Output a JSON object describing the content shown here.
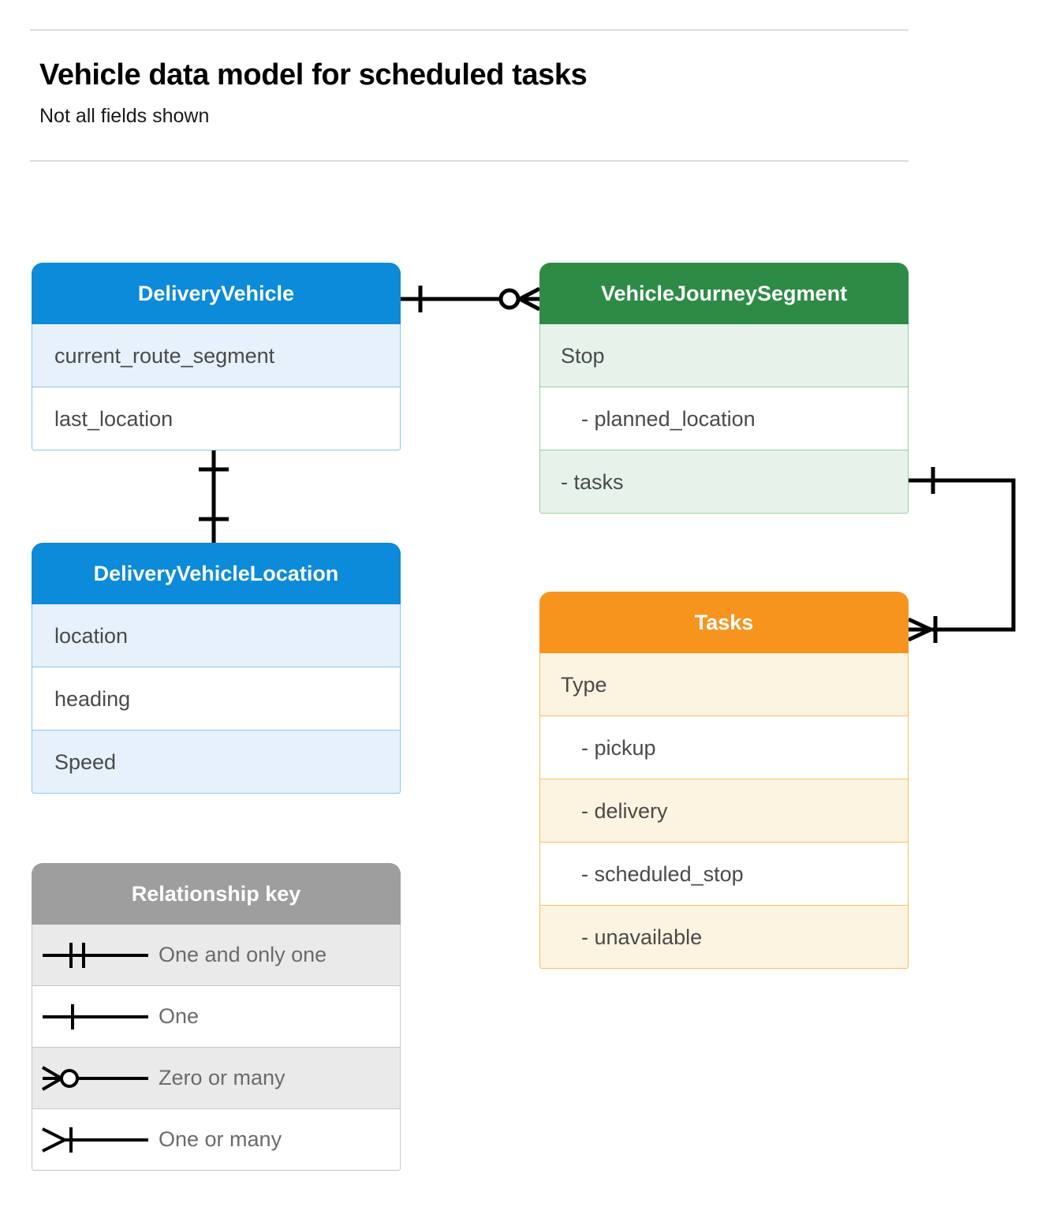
{
  "header": {
    "title": "Vehicle data model for scheduled tasks",
    "subtitle": "Not all fields shown"
  },
  "entities": [
    {
      "id": "delivery-vehicle",
      "name": "DeliveryVehicle",
      "color": "#0b8bd9",
      "rows": [
        "current_route_segment",
        "last_location"
      ]
    },
    {
      "id": "vehicle-journey-segment",
      "name": "VehicleJourneySegment",
      "color": "#2e8b46",
      "rows": [
        "Stop",
        "-  planned_location",
        "- tasks"
      ]
    },
    {
      "id": "delivery-vehicle-location",
      "name": "DeliveryVehicleLocation",
      "color": "#0b8bd9",
      "rows": [
        "location",
        "heading",
        "Speed"
      ]
    },
    {
      "id": "tasks",
      "name": "Tasks",
      "color": "#f7941e",
      "rows": [
        "Type",
        "-  pickup",
        "-  delivery",
        "-  scheduled_stop",
        "-  unavailable"
      ]
    }
  ],
  "legend": {
    "title": "Relationship key",
    "items": [
      {
        "symbol": "one-and-only-one",
        "label": "One and only one"
      },
      {
        "symbol": "one",
        "label": "One"
      },
      {
        "symbol": "zero-or-many",
        "label": "Zero or many"
      },
      {
        "symbol": "one-or-many",
        "label": "One or many"
      }
    ]
  },
  "relationships": [
    {
      "id": "vehicle-to-journey-segment",
      "from": "DeliveryVehicle",
      "to": "VehicleJourneySegment",
      "from_cardinality": "one",
      "to_cardinality": "zero-or-many"
    },
    {
      "id": "vehicle-to-vehicle-location",
      "from": "DeliveryVehicle",
      "to": "DeliveryVehicleLocation",
      "from_cardinality": "one",
      "to_cardinality": "one"
    },
    {
      "id": "journey-segment-tasks-to-tasks",
      "from": "VehicleJourneySegment.tasks",
      "to": "Tasks",
      "from_cardinality": "one",
      "to_cardinality": "one-or-many"
    }
  ],
  "colors": {
    "blue": "#0b8bd9",
    "green": "#2e8b46",
    "orange": "#f7941e",
    "gray": "#9e9e9e",
    "line": "#000000",
    "rule": "#dddddd"
  }
}
